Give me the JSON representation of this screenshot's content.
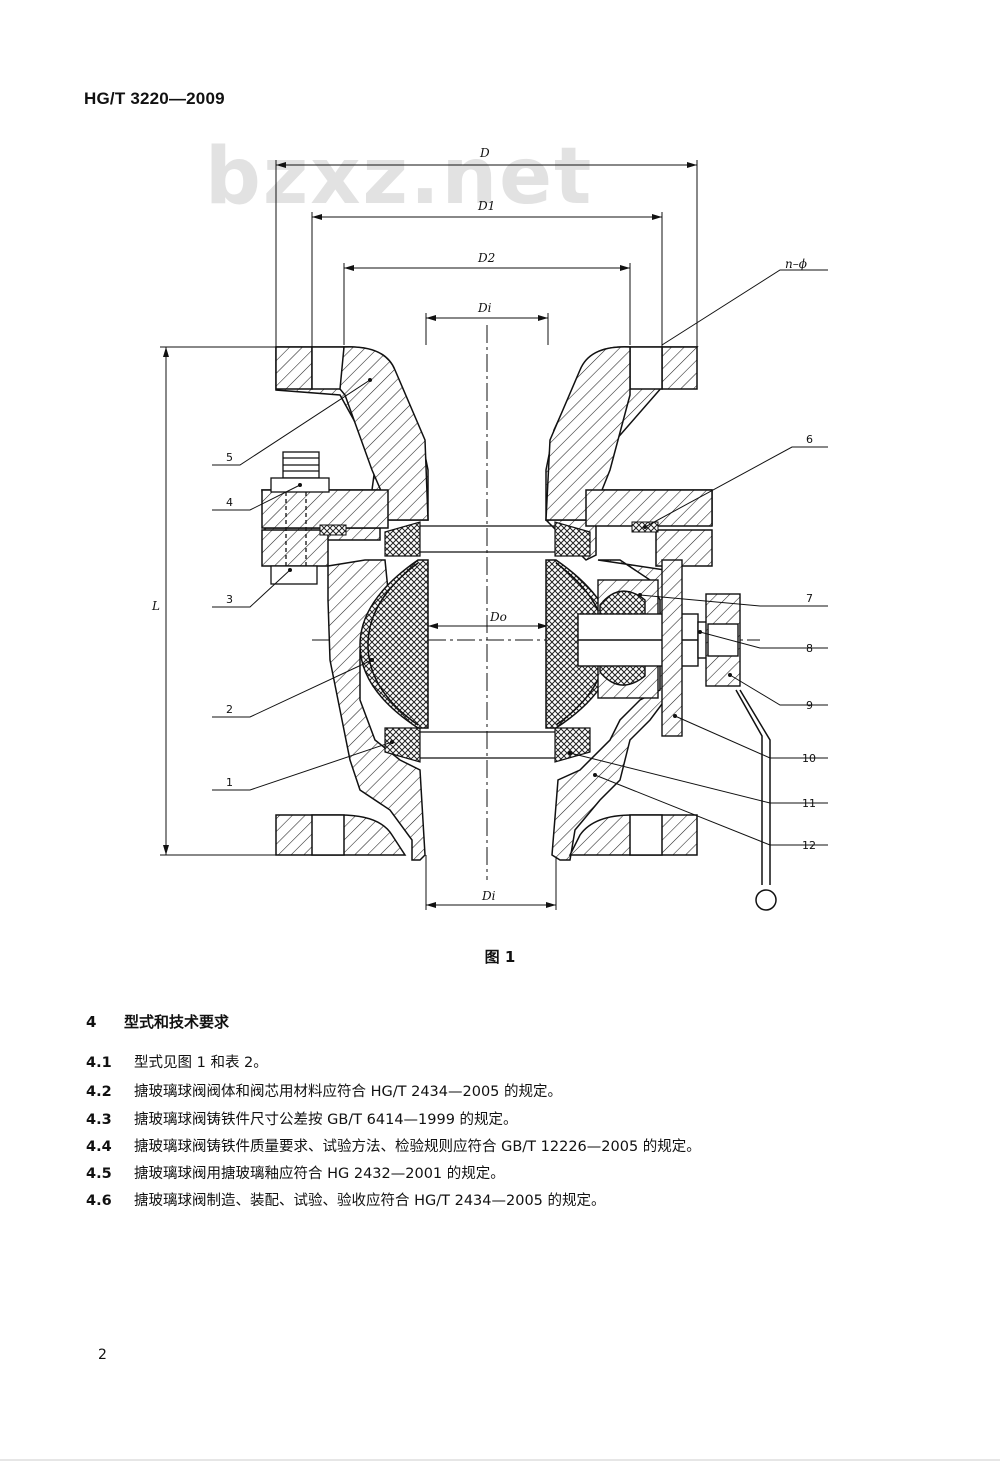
{
  "header": {
    "standard_code": "HG/T 3220—2009"
  },
  "watermark": "bzxz.net",
  "figure": {
    "caption": "图 1",
    "dimensions": {
      "D": "D",
      "D1": "D1",
      "D2": "D2",
      "Di_top": "Di",
      "D0": "Do",
      "Di_bottom": "Di",
      "L": "L",
      "n_phi": "n–ϕ"
    },
    "part_labels": [
      "1",
      "2",
      "3",
      "4",
      "5",
      "6",
      "7",
      "8",
      "9",
      "10",
      "11",
      "12"
    ]
  },
  "section": {
    "number": "4",
    "title": "型式和技术要求"
  },
  "clauses": [
    {
      "num": "4.1",
      "text": "型式见图 1 和表 2。"
    },
    {
      "num": "4.2",
      "text": "搪玻璃球阀阀体和阀芯用材料应符合 HG/T 2434—2005 的规定。"
    },
    {
      "num": "4.3",
      "text": "搪玻璃球阀铸铁件尺寸公差按 GB/T 6414—1999 的规定。"
    },
    {
      "num": "4.4",
      "text": "搪玻璃球阀铸铁件质量要求、试验方法、检验规则应符合 GB/T 12226—2005 的规定。"
    },
    {
      "num": "4.5",
      "text": "搪玻璃球阀用搪玻璃釉应符合 HG 2432—2001 的规定。"
    },
    {
      "num": "4.6",
      "text": "搪玻璃球阀制造、装配、试验、验收应符合 HG/T 2434—2005 的规定。"
    }
  ],
  "page_number": "2"
}
